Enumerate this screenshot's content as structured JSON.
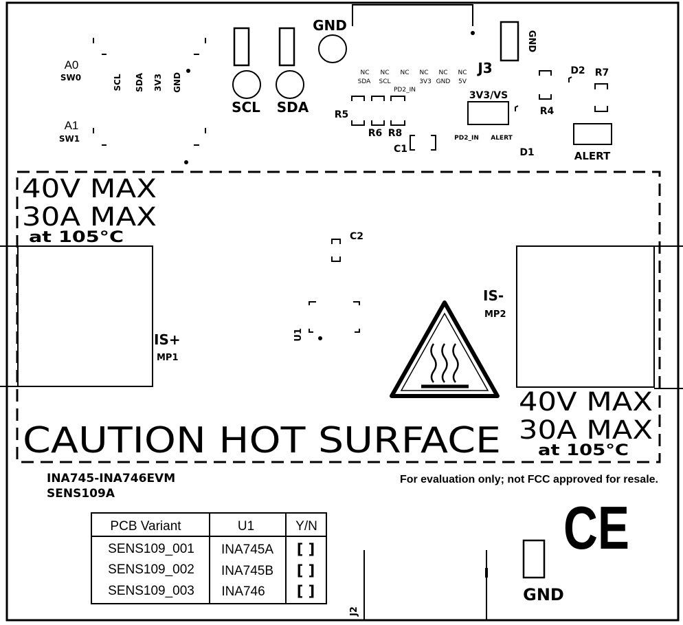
{
  "labels": {
    "gnd_top": "GND",
    "scl": "SCL",
    "sda": "SDA",
    "j3": "J3",
    "gnd_rot": "GND",
    "a0": "A0",
    "sw0": "SW0",
    "a1": "A1",
    "sw1": "SW1",
    "pin_scl": "SCL",
    "pin_sda": "SDA",
    "pin_3v3": "3V3",
    "pin_gnd": "GND",
    "j3_nc": [
      "NC",
      "NC",
      "NC",
      "NC",
      "NC",
      "NC"
    ],
    "j3_sig": [
      "SDA",
      "SCL",
      "",
      "3V3",
      "GND",
      "5V"
    ],
    "pd2_in_top": "PD2_IN",
    "r5": "R5",
    "r6": "R6",
    "r8": "R8",
    "c1": "C1",
    "v3v3_vs": "3V3/VS",
    "r4": "R4",
    "d2": "D2",
    "r7": "R7",
    "pd2_in": "PD2_IN",
    "alert_small": "ALERT",
    "d1": "D1",
    "alert": "ALERT",
    "c2": "C2",
    "u1": "U1",
    "is_plus": "IS+",
    "mp1": "MP1",
    "is_minus": "IS-",
    "mp2": "MP2",
    "j2": "J2",
    "gnd_bottom": "GND",
    "ce": "CE"
  },
  "ratings_left": {
    "volt": "40V MAX",
    "amp": "30A MAX",
    "temp": "at 105°C"
  },
  "ratings_right": {
    "volt": "40V MAX",
    "amp": "30A MAX",
    "temp": "at 105°C"
  },
  "caution": "CAUTION HOT SURFACE",
  "part_name": "INA745-INA746EVM",
  "part_number": "SENS109A",
  "disclaimer": "For evaluation only; not FCC approved for resale.",
  "variant_table": {
    "headers": [
      "PCB Variant",
      "U1",
      "Y/N"
    ],
    "rows": [
      [
        "SENS109_001",
        "INA745A",
        "[ ]"
      ],
      [
        "SENS109_002",
        "INA745B",
        "[ ]"
      ],
      [
        "SENS109_003",
        "INA746",
        "[ ]"
      ]
    ]
  }
}
